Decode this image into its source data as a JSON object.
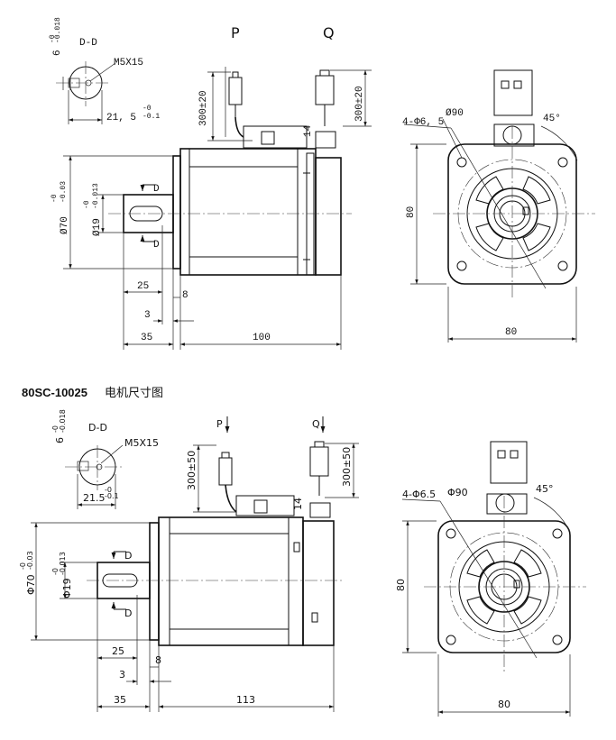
{
  "drawing_top": {
    "section_label": "D-D",
    "keyway_width": "6",
    "keyway_width_tol_upper": "-0",
    "keyway_width_tol_lower": "-0.018",
    "screw_label": "M5X15",
    "key_depth": "21, 5",
    "key_depth_tol_upper": "-0",
    "key_depth_tol_lower": "-0.1",
    "connector_p": "P",
    "connector_q": "Q",
    "cable_len_p": "300±20",
    "cable_len_q": "300±20",
    "connector_offset": "14",
    "section_mark_upper": "D",
    "section_mark_lower": "D",
    "flange_diameter": "Ø70",
    "flange_tol_upper": "-0",
    "flange_tol_lower": "-0.03",
    "shaft_diameter": "Ø19",
    "shaft_tol_upper": "-0",
    "shaft_tol_lower": "-0.013",
    "dim_key_len": "25",
    "dim_flange_thick": "8",
    "dim_key_offset": "3",
    "dim_shaft_len": "35",
    "dim_body_len": "100",
    "hole_spec": "4-Φ6, 5",
    "pcd": "Ø90",
    "angle": "45°",
    "side_height": "80",
    "side_width": "80"
  },
  "caption": {
    "model": "80SC-10025",
    "text": "电机尺寸图"
  },
  "drawing_bottom": {
    "section_label": "D-D",
    "keyway_width": "6",
    "keyway_width_tol_upper": "-0",
    "keyway_width_tol_lower": "-0.018",
    "screw_label": "M5X15",
    "key_depth": "21.5",
    "key_depth_tol_upper": "-0",
    "key_depth_tol_lower": "-0.1",
    "connector_p": "P",
    "connector_q": "Q",
    "cable_len_p": "300±50",
    "cable_len_q": "300±50",
    "connector_offset": "14",
    "section_mark_upper": "D",
    "section_mark_lower": "D",
    "flange_diameter": "Φ70",
    "flange_tol_upper": "-0",
    "flange_tol_lower": "-0.03",
    "shaft_diameter": "Φ19",
    "shaft_tol_upper": "-0",
    "shaft_tol_lower": "-0.013",
    "dim_key_len": "25",
    "dim_flange_thick": "8",
    "dim_key_offset": "3",
    "dim_shaft_len": "35",
    "dim_body_len": "113",
    "hole_spec": "4-Φ6.5",
    "pcd": "Φ90",
    "angle": "45°",
    "side_height": "80",
    "side_width": "80"
  }
}
